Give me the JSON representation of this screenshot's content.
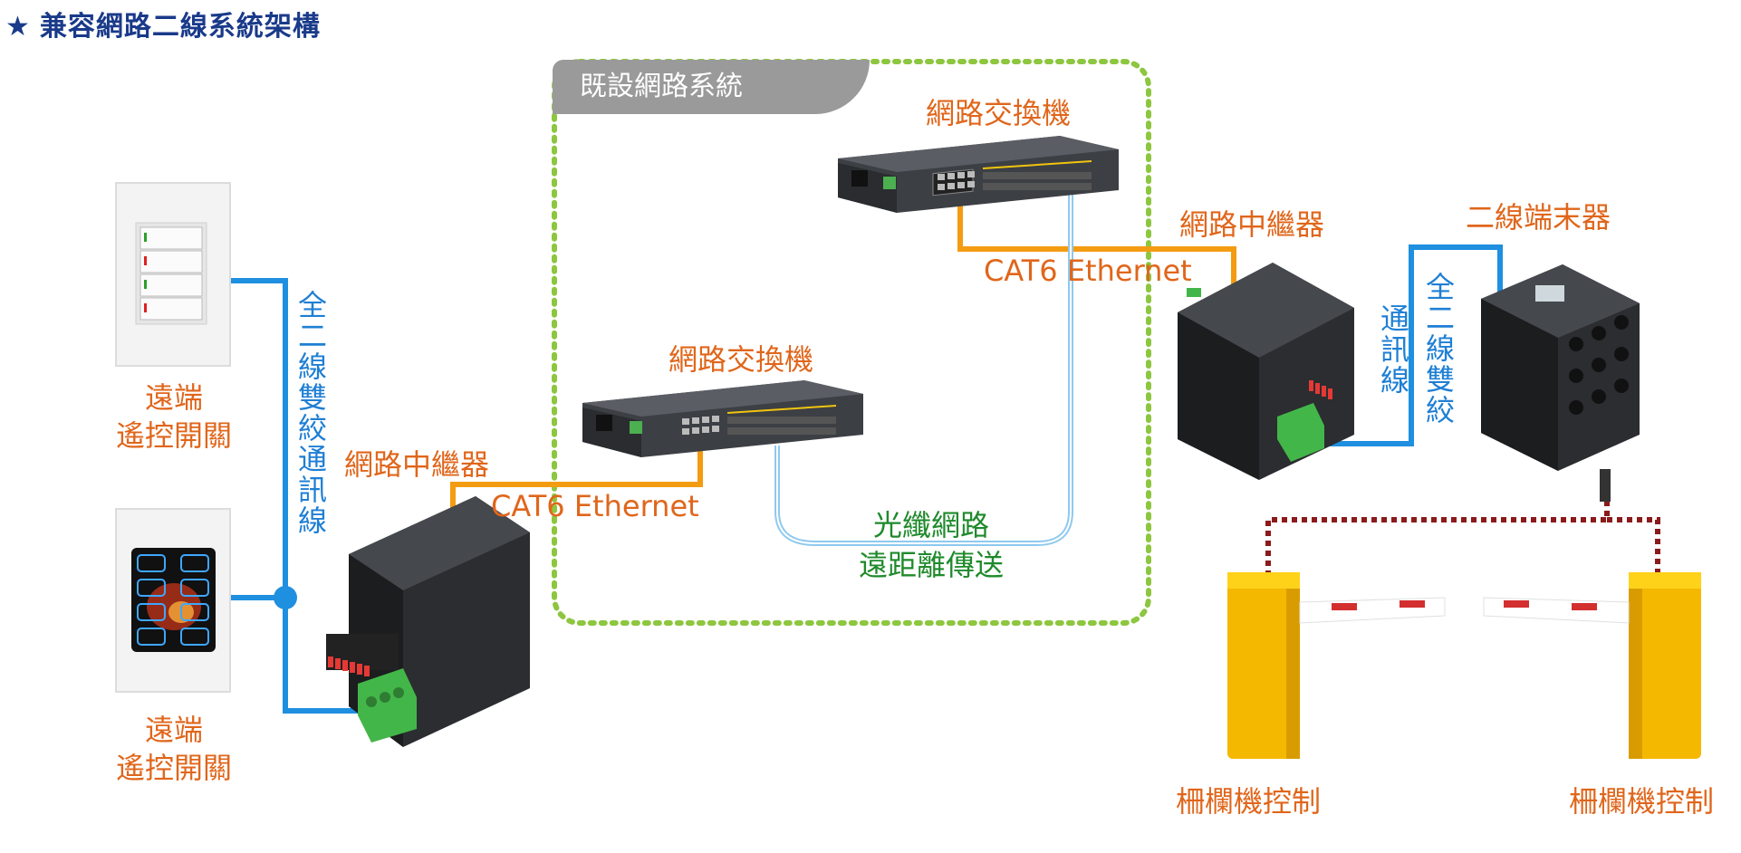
{
  "header": {
    "star": "★",
    "title": "兼容網路二線系統架構"
  },
  "group": {
    "label": "既設網路系統"
  },
  "labels": {
    "switch_top": "網路交換機",
    "switch_mid": "網路交換機",
    "repeater_left": "網路中繼器",
    "repeater_right": "網路中繼器",
    "terminal": "二線端末器",
    "cat6_top": "CAT6 Ethernet",
    "cat6_left": "CAT6 Ethernet",
    "fiber_line1": "光纖網路",
    "fiber_line2": "遠距離傳送",
    "remote1_line1": "遠端",
    "remote1_line2": "遙控開關",
    "remote2_line1": "遠端",
    "remote2_line2": "遙控開關",
    "twisted_left": "全二線雙絞通訊線",
    "twisted_right_a": "全二線雙絞",
    "twisted_right_b": "通訊線",
    "gate_left": "柵欄機控制",
    "gate_right": "柵欄機控制"
  },
  "colors": {
    "orange": "#e0661b",
    "blue": "#1f7fd4",
    "green": "#1f8a2b",
    "dashed_group": "#8dc63f",
    "title": "#1a3a8a",
    "dark_red": "#8b1a1a"
  }
}
